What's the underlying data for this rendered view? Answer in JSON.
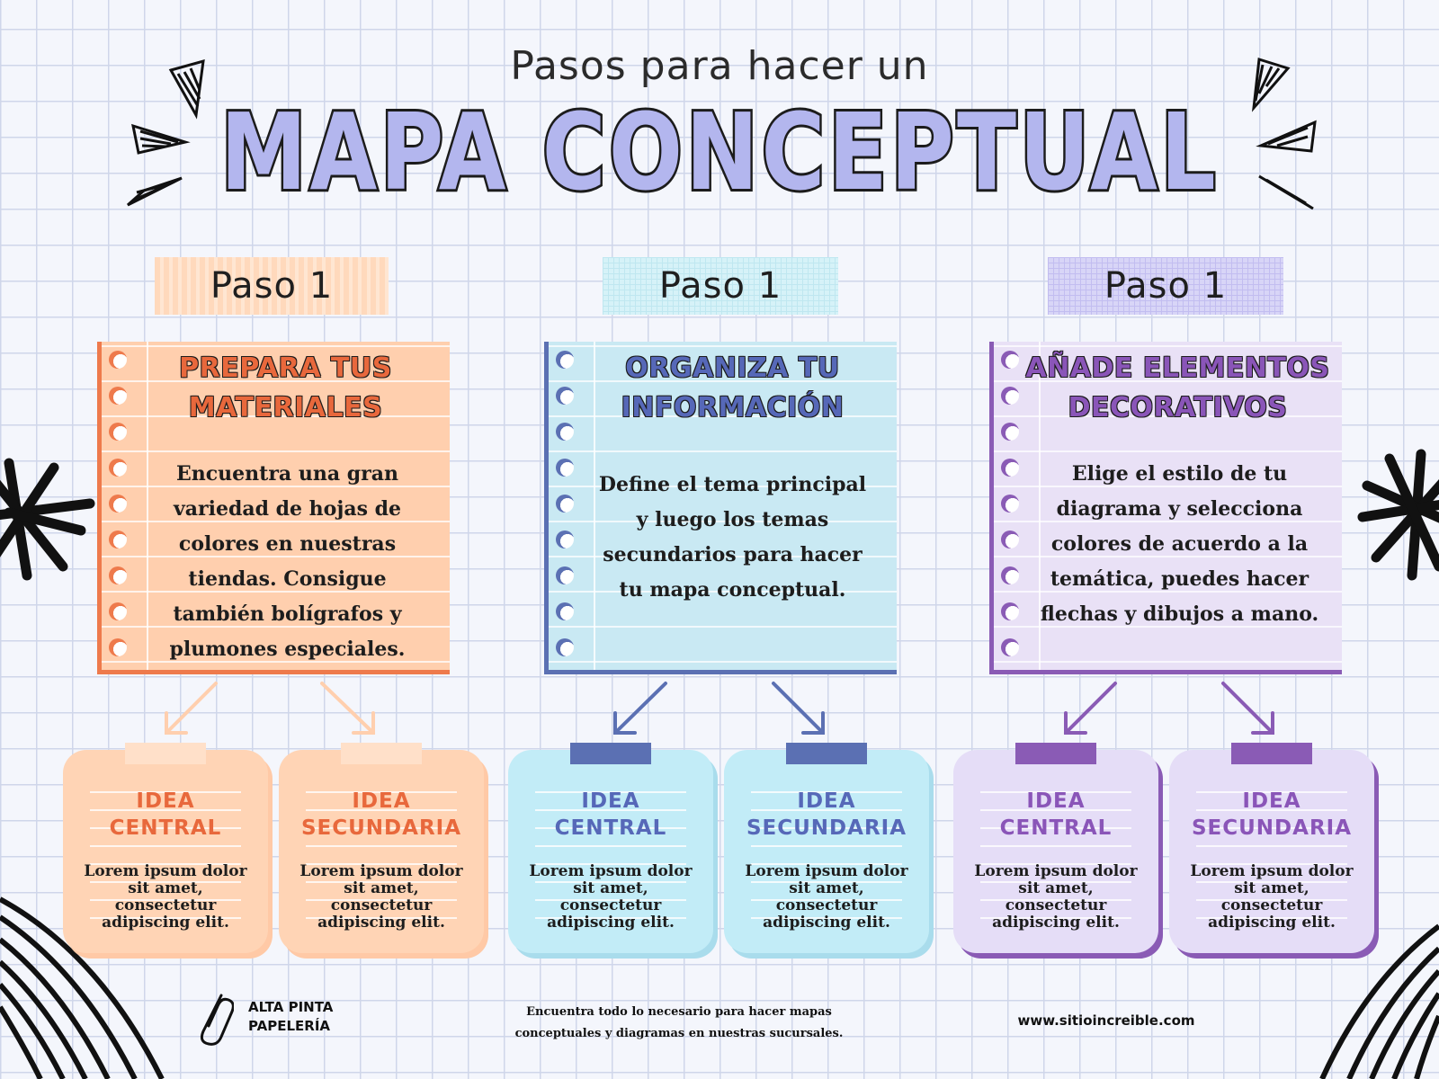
{
  "header": {
    "subtitle": "Pasos para hacer un",
    "title": "MAPA CONCEPTUAL"
  },
  "steps": [
    {
      "tape_label": "Paso 1",
      "title_lines": [
        "PREPARA TUS",
        "MATERIALES"
      ],
      "body": "Encuentra una gran variedad de hojas de colores en nuestras tiendas. Consigue también bolígrafos y plumones especiales.",
      "colors": {
        "note": "#ffcfae",
        "accent": "#ee7a4c",
        "title": "#e8683c"
      },
      "cards": [
        {
          "title_lines": [
            "IDEA",
            "CENTRAL"
          ],
          "body": "Lorem ipsum dolor sit amet, consectetur adipiscing elit."
        },
        {
          "title_lines": [
            "IDEA",
            "SECUNDARIA"
          ],
          "body": "Lorem ipsum dolor sit amet, consectetur adipiscing elit."
        }
      ]
    },
    {
      "tape_label": "Paso 1",
      "title_lines": [
        "ORGANIZA TU",
        "INFORMACIÓN"
      ],
      "body": "Define el tema principal y luego los temas secundarios para hacer tu mapa conceptual.",
      "colors": {
        "note": "#c9e9f3",
        "accent": "#5b70b3",
        "title": "#5668b8"
      },
      "cards": [
        {
          "title_lines": [
            "IDEA",
            "CENTRAL"
          ],
          "body": "Lorem ipsum dolor sit amet, consectetur adipiscing elit."
        },
        {
          "title_lines": [
            "IDEA",
            "SECUNDARIA"
          ],
          "body": "Lorem ipsum dolor sit amet, consectetur adipiscing elit."
        }
      ]
    },
    {
      "tape_label": "Paso 1",
      "title_lines": [
        "AÑADE ELEMENTOS",
        "DECORATIVOS"
      ],
      "body": "Elige el estilo de tu diagrama y selecciona colores de acuerdo a la temática, puedes hacer flechas y dibujos a mano.",
      "colors": {
        "note": "#e9e1f6",
        "accent": "#8a5bb5",
        "title": "#8a55b8"
      },
      "cards": [
        {
          "title_lines": [
            "IDEA",
            "CENTRAL"
          ],
          "body": "Lorem ipsum dolor sit amet, consectetur adipiscing elit."
        },
        {
          "title_lines": [
            "IDEA",
            "SECUNDARIA"
          ],
          "body": "Lorem ipsum dolor sit amet, consectetur adipiscing elit."
        }
      ]
    }
  ],
  "footer": {
    "brand_lines": [
      "ALTA PINTA",
      "PAPELERÍA"
    ],
    "text": "Encuentra todo lo necesario para hacer mapas conceptuales y diagramas en nuestras sucursales.",
    "url": "www.sitioincreible.com"
  },
  "icons": {
    "brand_icon": "paperclip-icon",
    "decor_left": "star-scribble-icon",
    "decor_right": "star-scribble-icon"
  },
  "colors": {
    "title_fill": "#b3b6ee",
    "title_outline": "#1c1c1c",
    "background": "#f4f6fc",
    "grid": "#cfd6ea"
  }
}
